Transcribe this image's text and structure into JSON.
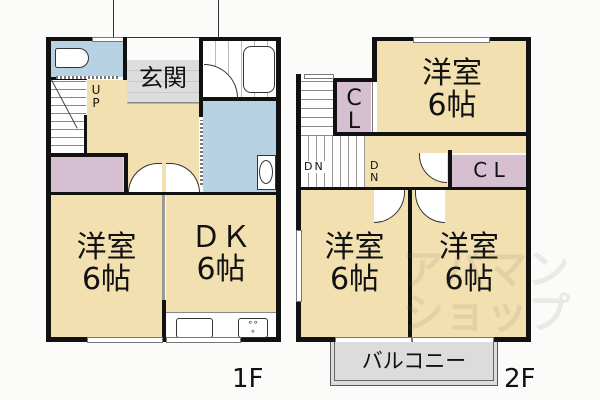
{
  "floor_plan": {
    "floors": [
      {
        "label": "1F",
        "rooms": [
          {
            "id": "toilet",
            "type": "toilet",
            "label": ""
          },
          {
            "id": "genkan",
            "type": "entrance",
            "label": "玄関"
          },
          {
            "id": "bath",
            "type": "bathroom",
            "label": ""
          },
          {
            "id": "washroom",
            "type": "washroom",
            "label": ""
          },
          {
            "id": "hall",
            "type": "hallway",
            "label": "",
            "stair_label": "U\nP"
          },
          {
            "id": "closet",
            "type": "closet",
            "label": ""
          },
          {
            "id": "western_room",
            "type": "western-room",
            "label": "洋室\n6帖"
          },
          {
            "id": "dk",
            "type": "dining-kitchen",
            "label": "ＤＫ\n6帖"
          }
        ]
      },
      {
        "label": "2F",
        "rooms": [
          {
            "id": "western_room_top",
            "type": "western-room",
            "label": "洋室\n6帖"
          },
          {
            "id": "closet_1",
            "type": "closet",
            "label": "C\nL"
          },
          {
            "id": "closet_2",
            "type": "closet",
            "label": "C L"
          },
          {
            "id": "hall",
            "type": "hallway",
            "label": "",
            "stair_label_left": "DN",
            "stair_label_right": "D\nN"
          },
          {
            "id": "western_room_left",
            "type": "western-room",
            "label": "洋室\n6帖"
          },
          {
            "id": "western_room_right",
            "type": "western-room",
            "label": "洋室\n6帖"
          },
          {
            "id": "balcony",
            "type": "balcony",
            "label": "バルコニー"
          }
        ]
      }
    ],
    "watermark": "アパマン\nショップ",
    "colors": {
      "room": "#f2e0b0",
      "wet_area": "#b7d3e3",
      "closet": "#d7bfd2",
      "entrance": "#dcdcdc",
      "wall": "#111111"
    }
  }
}
